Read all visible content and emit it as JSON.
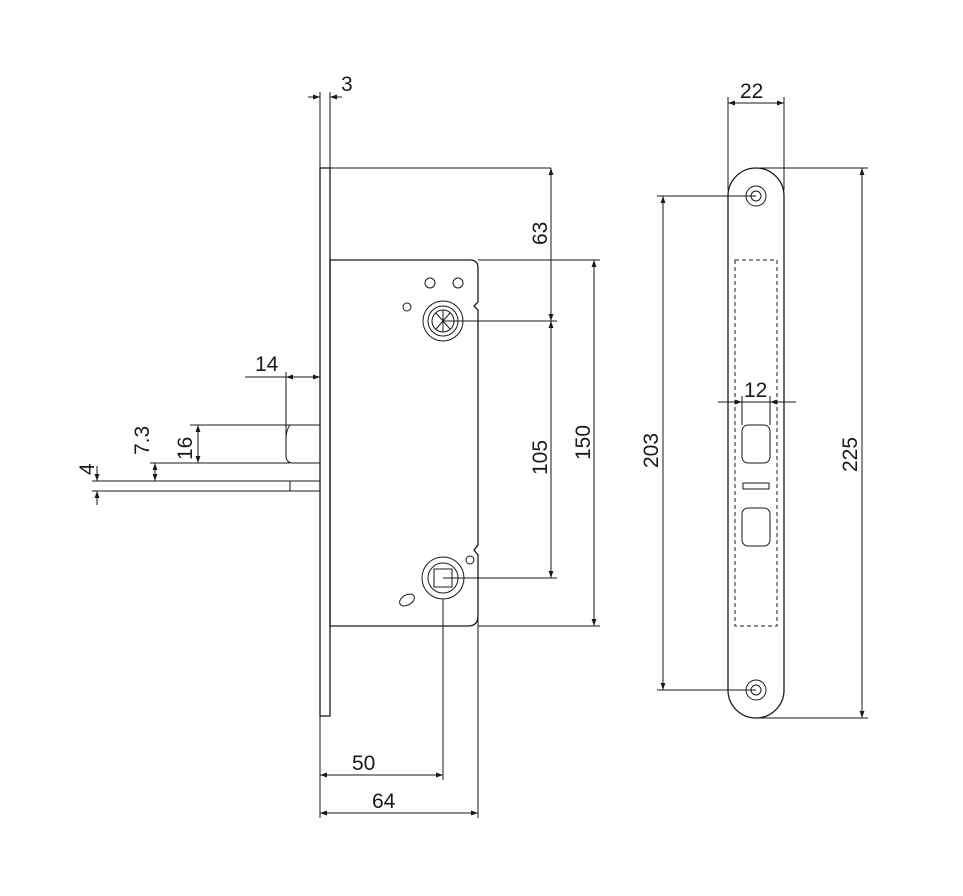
{
  "side_view": {
    "dimensions": {
      "faceplate_thickness": "3",
      "latch_projection": "14",
      "latch_height": "16",
      "bolt_offset": "7.3",
      "bolt_height": "4",
      "top_to_follower": "63",
      "follower_to_cylinder": "105",
      "case_height": "150",
      "backset": "50",
      "case_depth": "64"
    }
  },
  "front_view": {
    "dimensions": {
      "faceplate_width": "22",
      "latch_width": "12",
      "screw_spacing": "203",
      "faceplate_length": "225"
    }
  }
}
